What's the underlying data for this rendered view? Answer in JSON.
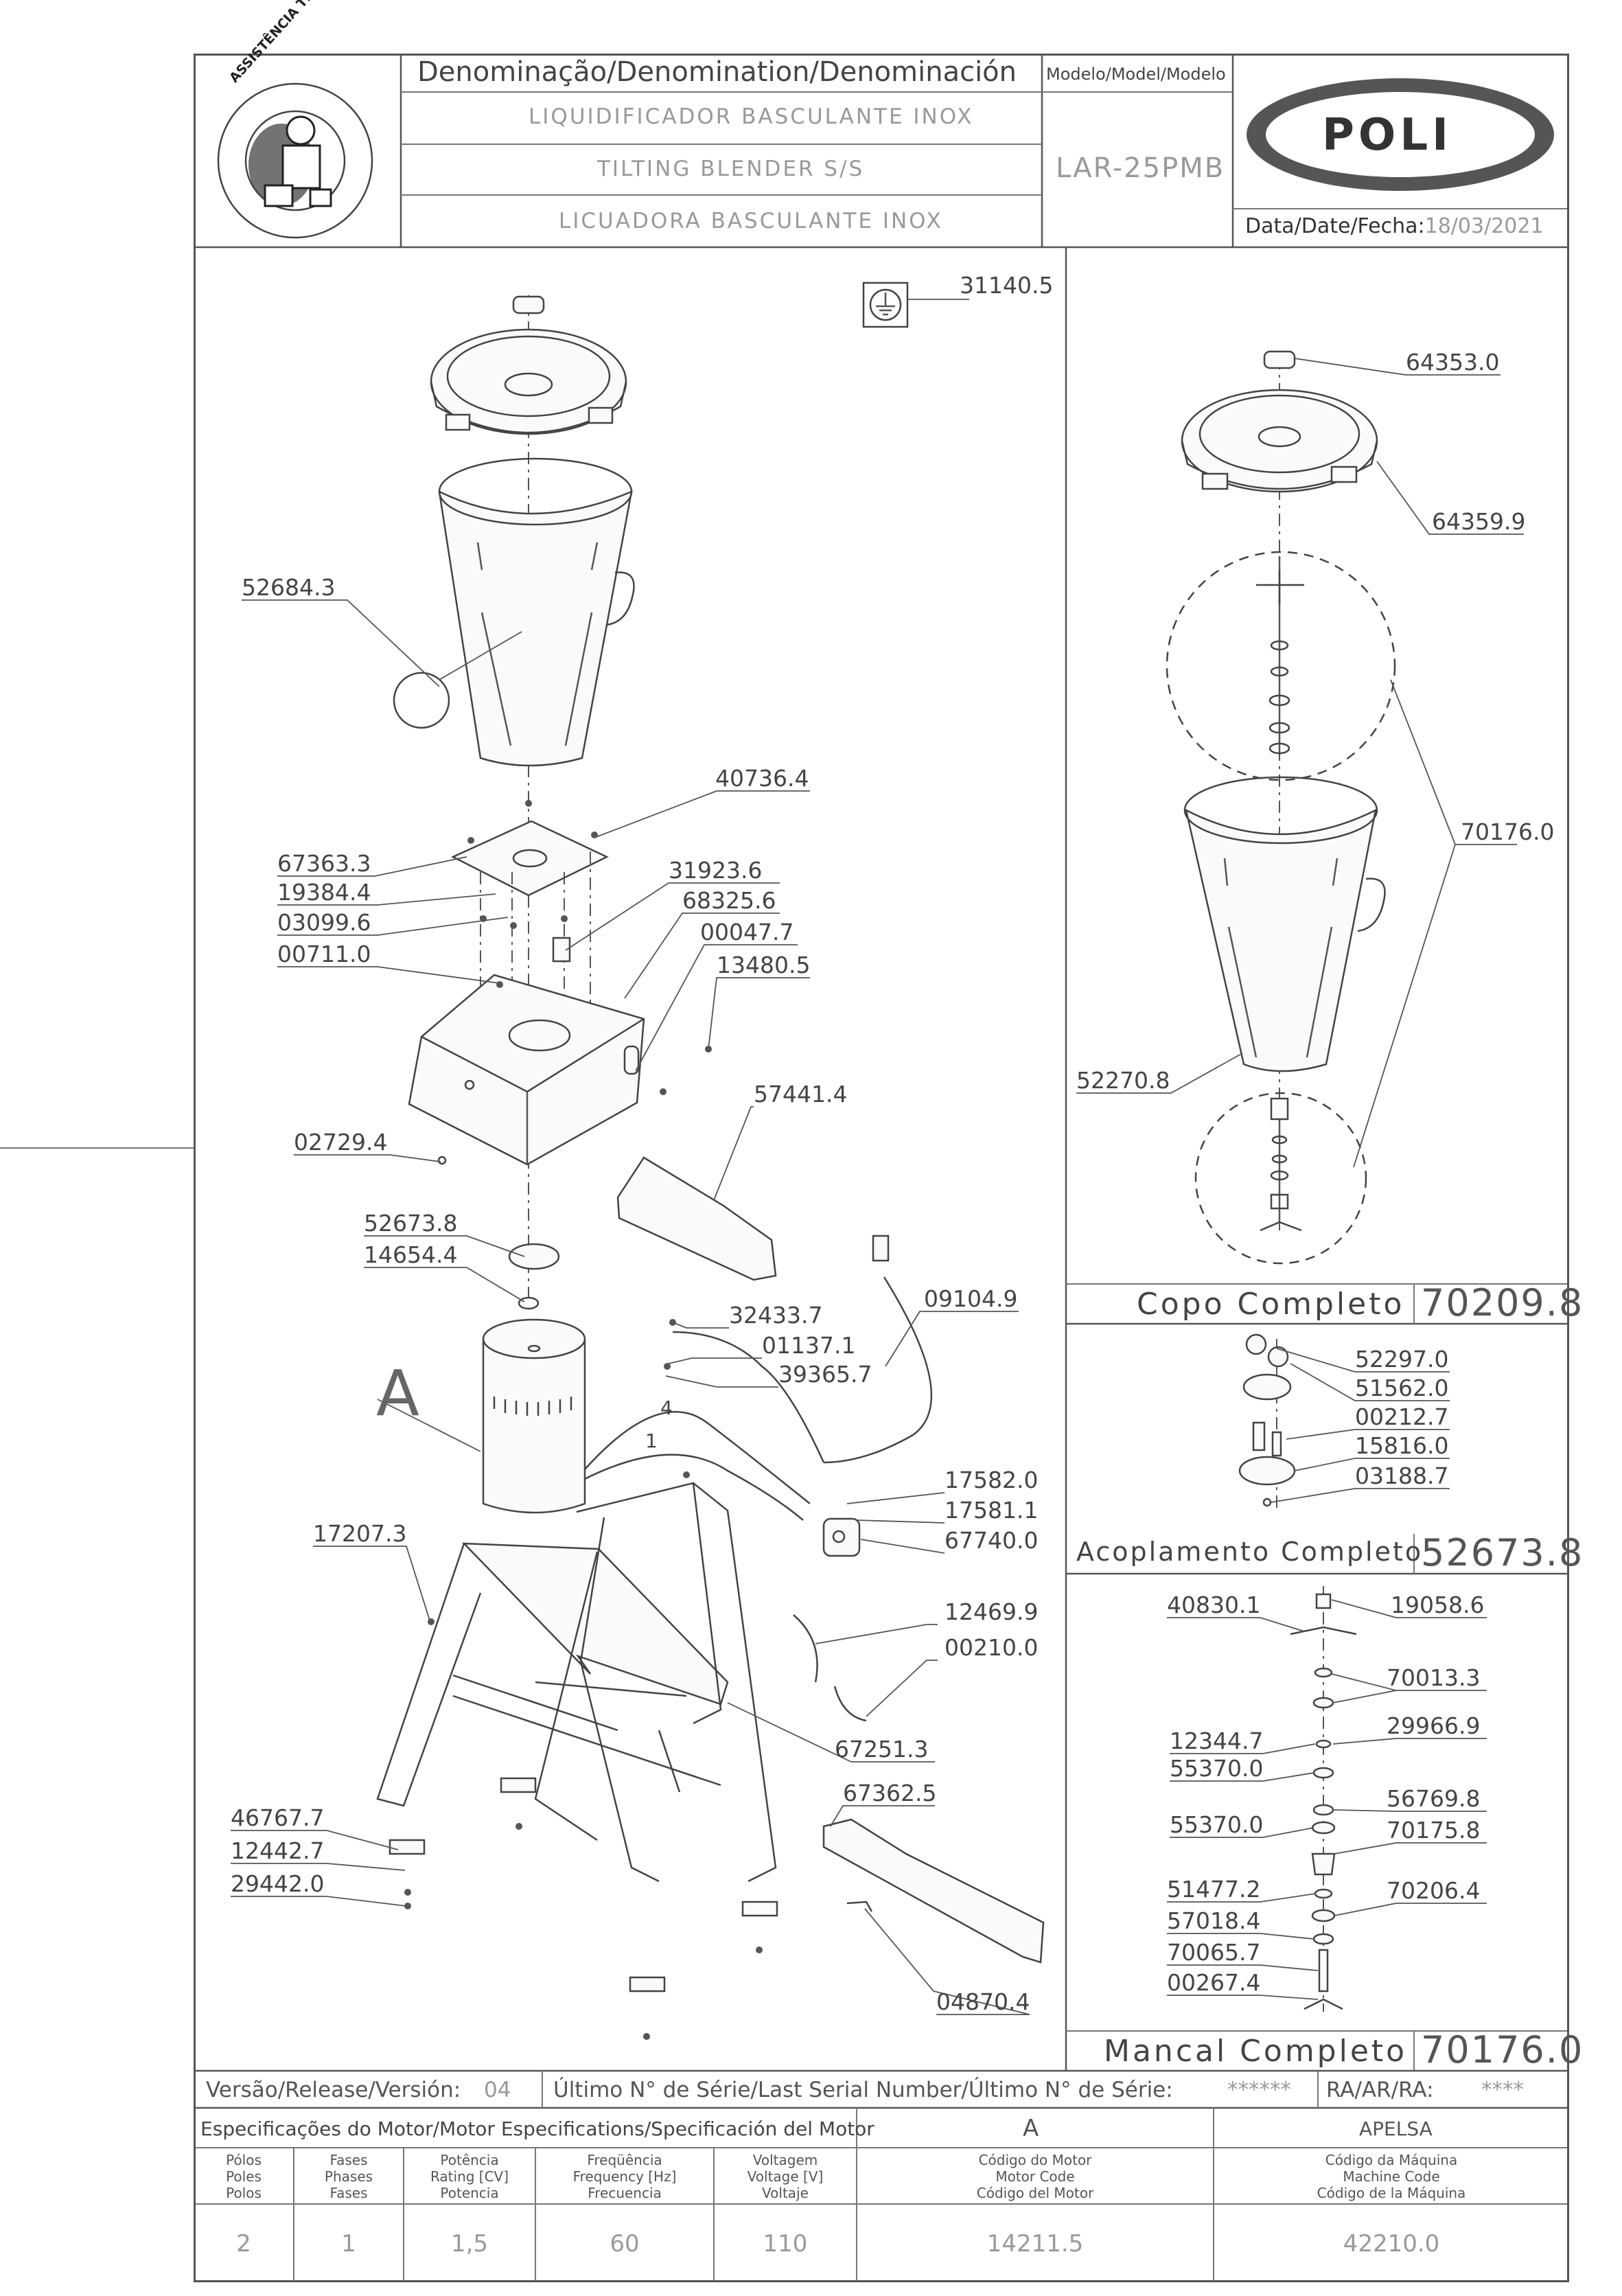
{
  "header": {
    "denomination_label": "Denominação/Denomination/Denominación",
    "names": [
      "LIQUIDIFICADOR BASCULANTE INOX",
      "TILTING BLENDER S/S",
      "LICUADORA BASCULANTE INOX"
    ],
    "model_label": "Modelo/Model/Modelo",
    "model_value": "LAR-25PMB",
    "brand": "POLI",
    "date_label": "Data/Date/Fecha:",
    "date_value": "18/03/2021",
    "seal_text": "ASSISTÊNCIA TÉCNICA AUTORIZADA"
  },
  "main_parts": [
    {
      "id": "p31140",
      "label": "31140.5"
    },
    {
      "id": "p52684",
      "label": "52684.3"
    },
    {
      "id": "p40736",
      "label": "40736.4"
    },
    {
      "id": "p67363",
      "label": "67363.3"
    },
    {
      "id": "p19384",
      "label": "19384.4"
    },
    {
      "id": "p03099",
      "label": "03099.6"
    },
    {
      "id": "p00711",
      "label": "00711.0"
    },
    {
      "id": "p31923",
      "label": "31923.6"
    },
    {
      "id": "p68325",
      "label": "68325.6"
    },
    {
      "id": "p00047",
      "label": "00047.7"
    },
    {
      "id": "p13480",
      "label": "13480.5"
    },
    {
      "id": "p02729",
      "label": "02729.4"
    },
    {
      "id": "p57441",
      "label": "57441.4"
    },
    {
      "id": "p52673",
      "label": "52673.8"
    },
    {
      "id": "p14654",
      "label": "14654.4"
    },
    {
      "id": "p32433",
      "label": "32433.7"
    },
    {
      "id": "p01137",
      "label": "01137.1"
    },
    {
      "id": "p39365",
      "label": "39365.7"
    },
    {
      "id": "p09104",
      "label": "09104.9"
    },
    {
      "id": "p17582",
      "label": "17582.0"
    },
    {
      "id": "p17581",
      "label": "17581.1"
    },
    {
      "id": "p67740",
      "label": "67740.0"
    },
    {
      "id": "p17207",
      "label": "17207.3"
    },
    {
      "id": "p12469",
      "label": "12469.9"
    },
    {
      "id": "p00210",
      "label": "00210.0"
    },
    {
      "id": "p67251",
      "label": "67251.3"
    },
    {
      "id": "p67362",
      "label": "67362.5"
    },
    {
      "id": "p46767",
      "label": "46767.7"
    },
    {
      "id": "p12442",
      "label": "12442.7"
    },
    {
      "id": "p29442",
      "label": "29442.0"
    },
    {
      "id": "p04870",
      "label": "04870.4"
    }
  ],
  "motor_callout": "A",
  "wire_numbers": [
    "4",
    "1"
  ],
  "cup_assembly": {
    "name": "Copo Completo",
    "code": "70209.8",
    "parts": [
      "64353.0",
      "64359.9",
      "70176.0",
      "52270.8"
    ]
  },
  "coupling_assembly": {
    "name": "Acoplamento Completo",
    "code": "52673.8",
    "parts": [
      "52297.0",
      "51562.0",
      "00212.7",
      "15816.0",
      "03188.7"
    ]
  },
  "bearing_assembly": {
    "name": "Mancal Completo",
    "code": "70176.0",
    "parts": [
      "40830.1",
      "19058.6",
      "70013.3",
      "12344.7",
      "29966.9",
      "55370.0",
      "56769.8",
      "55370.0",
      "70175.8",
      "51477.2",
      "70206.4",
      "57018.4",
      "70065.7",
      "00267.4"
    ]
  },
  "release": {
    "label": "Versão/Release/Versión:",
    "value": "04",
    "serial_label": "Último N° de Série/Last Serial Number/Último N° de Série:",
    "serial_value": "******",
    "ra_label": "RA/AR/RA:",
    "ra_value": "****"
  },
  "motor_specs": {
    "header": "Especificações do Motor/Motor Especifications/Specificación del Motor",
    "motor_id": "A",
    "maker": "APELSA",
    "columns": [
      {
        "lines": [
          "Pólos",
          "Poles",
          "Polos"
        ],
        "value": "2"
      },
      {
        "lines": [
          "Fases",
          "Phases",
          "Fases"
        ],
        "value": "1"
      },
      {
        "lines": [
          "Potência",
          "Rating [CV]",
          "Potencia"
        ],
        "value": "1,5"
      },
      {
        "lines": [
          "Freqüência",
          "Frequency [Hz]",
          "Frecuencia"
        ],
        "value": "60"
      },
      {
        "lines": [
          "Voltagem",
          "Voltage [V]",
          "Voltaje"
        ],
        "value": "110"
      },
      {
        "lines": [
          "Código do Motor",
          "Motor Code",
          "Código del Motor"
        ],
        "value": "14211.5"
      },
      {
        "lines": [
          "Código da Máquina",
          "Machine Code",
          "Código de la Máquina"
        ],
        "value": "42210.0"
      }
    ]
  }
}
